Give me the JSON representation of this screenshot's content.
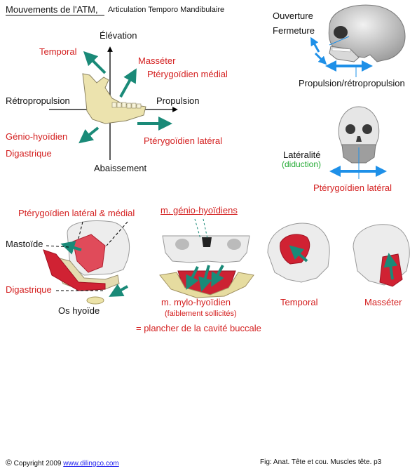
{
  "colors": {
    "accent_red": "#d42020",
    "accent_green": "#22aa33",
    "accent_blue": "#1e90e8",
    "arrow_teal": "#1a8a78",
    "bone": "#e9e0a8",
    "muscle": "#cc2233",
    "link": "#1a1aee"
  },
  "header": {
    "title": "Mouvements de l'ATM,",
    "subtitle": "Articulation Temporo Mandibulaire"
  },
  "axes_diagram": {
    "elevation": "Élévation",
    "abaissement": "Abaissement",
    "retropropulsion": "Rétropropulsion",
    "propulsion": "Propulsion",
    "temporal": "Temporal",
    "masseter": "Masséter",
    "pterygoidien_medial": "Ptérygoïdien médial",
    "pterygoidien_lateral": "Ptérygoïdien latéral",
    "genio_hyoidien": "Génio-hyoïdien",
    "digastrique": "Digastrique"
  },
  "skull_side": {
    "ouverture": "Ouverture",
    "fermeture": "Fermeture",
    "propulsion_retro": "Propulsion/rétropropulsion"
  },
  "skull_front": {
    "lateralite": "Latéralité",
    "diduction": "(diduction)",
    "pterygoidien_lateral": "Ptérygoïdien latéral"
  },
  "bottom_left": {
    "pterygoidien_lat_med": "Ptérygoïdien latéral & médial",
    "mastoide": "Mastoïde",
    "digastrique": "Digastrique",
    "os_hyoide": "Os hyoïde"
  },
  "bottom_middle": {
    "genio_hyoidiens": "m. génio-hyoïdiens",
    "mylo_hyoidien": "m. mylo-hyoïdien",
    "faiblement": "(faiblement sollicités)",
    "plancher": "= plancher de la cavité buccale"
  },
  "bottom_right": {
    "temporal": "Temporal",
    "masseter": "Masséter"
  },
  "footer": {
    "copyright_symbol": "©",
    "copyright_text": "Copyright 2009",
    "link": "www.dilingco.com",
    "fig": "Fig:  Anat. Tête et cou. Muscles tête. p3"
  }
}
